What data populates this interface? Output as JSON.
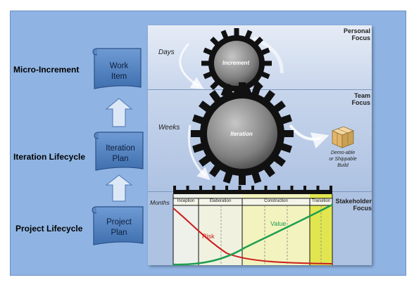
{
  "side_labels": {
    "micro": "Micro-Increment",
    "iteration": "Iteration Lifecycle",
    "project": "Project Lifecycle"
  },
  "scrolls": {
    "work_item": [
      "Work",
      "Item"
    ],
    "iteration_plan": [
      "Iteration",
      "Plan"
    ],
    "project_plan": [
      "Project",
      "Plan"
    ]
  },
  "focus": {
    "personal": [
      "Personal",
      "Focus"
    ],
    "team": [
      "Team",
      "Focus"
    ],
    "stakeholder": [
      "Stakeholder",
      "Focus"
    ]
  },
  "time_scales": {
    "days": "Days",
    "weeks": "Weeks",
    "months": "Months"
  },
  "gears": {
    "small": "Increment",
    "large": "Iteration"
  },
  "deliverable": [
    "Demo-able",
    "or Shippable",
    "Build"
  ],
  "phases": [
    "Inception",
    "Elaboration",
    "Construction",
    "Transition"
  ],
  "curves": {
    "risk": "Risk",
    "value": "Value"
  },
  "colors": {
    "background_blue": "#8fb4e3",
    "scroll_blue": "#4f81bd",
    "risk_red": "#cc1c1c",
    "value_green": "#1e9e4e",
    "gear_black": "#111111"
  }
}
